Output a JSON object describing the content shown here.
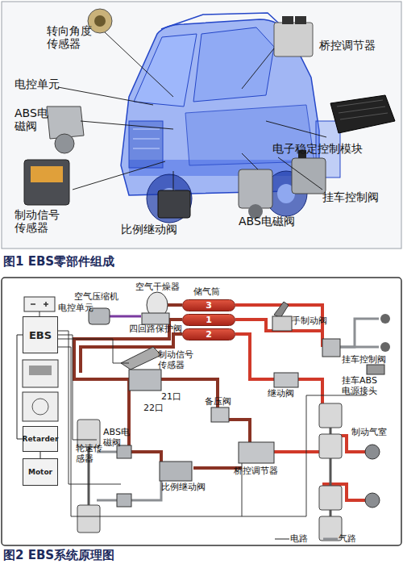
{
  "diagram": {
    "nodes": [
      {
        "text": [
          "EBS"
        ]
      },
      {
        "text": [
          "Retarder"
        ]
      },
      {
        "text": [
          "Motor"
        ]
      },
      {
        "text": [
          "3"
        ]
      },
      {
        "text": [
          "1"
        ]
      },
      {
        "text": [
          "2"
        ]
      }
    ],
    "edges": [
      {
        "from": 0,
        "to": 1,
        "arrow": "none"
      },
      {
        "from": 1,
        "to": 2,
        "arrow": "none"
      }
    ],
    "labels": [
      "转向角度 传感器",
      "桥控调节器",
      "电控单元",
      "ABS电磁阀",
      "电子稳定控制模块",
      "挂车控制阀",
      "制动信号传感器",
      "比例继动阀",
      "ABS电磁阀",
      "图1 EBS零部件组成",
      "电控单元",
      "空气压缩机",
      "空气干燥器",
      "四回路保护阀",
      "储气筒",
      "手制动阀",
      "挂车控制阀",
      "挂车ABS电源接头",
      "继动阀",
      "制动信号传感器",
      "21口",
      "22口",
      "备压阀",
      "轮速传感器",
      "ABS电磁阀",
      "比例继动阀",
      "桥控调节器",
      "制动气室",
      "图2 EBS系统原理图"
    ],
    "legend": [
      {
        "text": "电路"
      },
      {
        "text": "气路"
      }
    ]
  }
}
